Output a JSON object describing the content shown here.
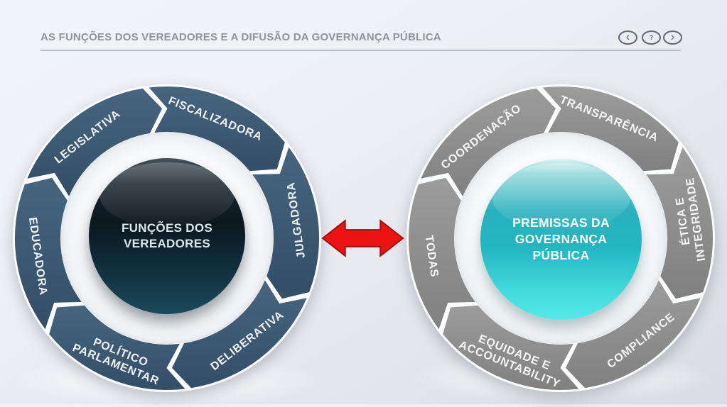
{
  "header": {
    "title": "AS FUNÇÕES DOS VEREADORES E A DIFUSÃO DA GOVERNANÇA PÚBLICA",
    "nav": {
      "prev": "‹",
      "help": "?",
      "next": "›"
    }
  },
  "left_cycle": {
    "center_lines": [
      "FUNÇÕES DOS",
      "VEREADORES"
    ],
    "segments": [
      {
        "line1": "LEGISLATIVA"
      },
      {
        "line1": "FISCALIZADORA"
      },
      {
        "line1": "JULGADORA"
      },
      {
        "line1": "DELIBERATIVA"
      },
      {
        "line1": "POLÍTICO",
        "line2": "PARLAMENTAR"
      },
      {
        "line1": "EDUCADORA"
      }
    ],
    "colors": {
      "ring": "#3d5b73",
      "center_top": "#101d26",
      "center_bottom": "#1b4a5a",
      "label": "#edf2f5"
    }
  },
  "right_cycle": {
    "center_lines": [
      "PREMISSAS DA",
      "GOVERNANÇA",
      "PÚBLICA"
    ],
    "segments": [
      {
        "line1": "COORDENAÇÃO"
      },
      {
        "line1": "TRANSPARÊNCIA"
      },
      {
        "line1": "ÉTICA E",
        "line2": "INTEGRIDADE"
      },
      {
        "line1": "COMPLIANCE"
      },
      {
        "line1": "EQUIDADE E",
        "line2": "ACCOUNTABILITY"
      },
      {
        "line1": "TODAS"
      }
    ],
    "colors": {
      "ring": "#8f8f8f",
      "center_top": "#7fd0d4",
      "center_bottom": "#55e9e9",
      "label": "#f5f5f5"
    }
  },
  "connector": {
    "description": "double-headed-arrow",
    "color": "#ee1313",
    "outline": "#a50d10"
  }
}
